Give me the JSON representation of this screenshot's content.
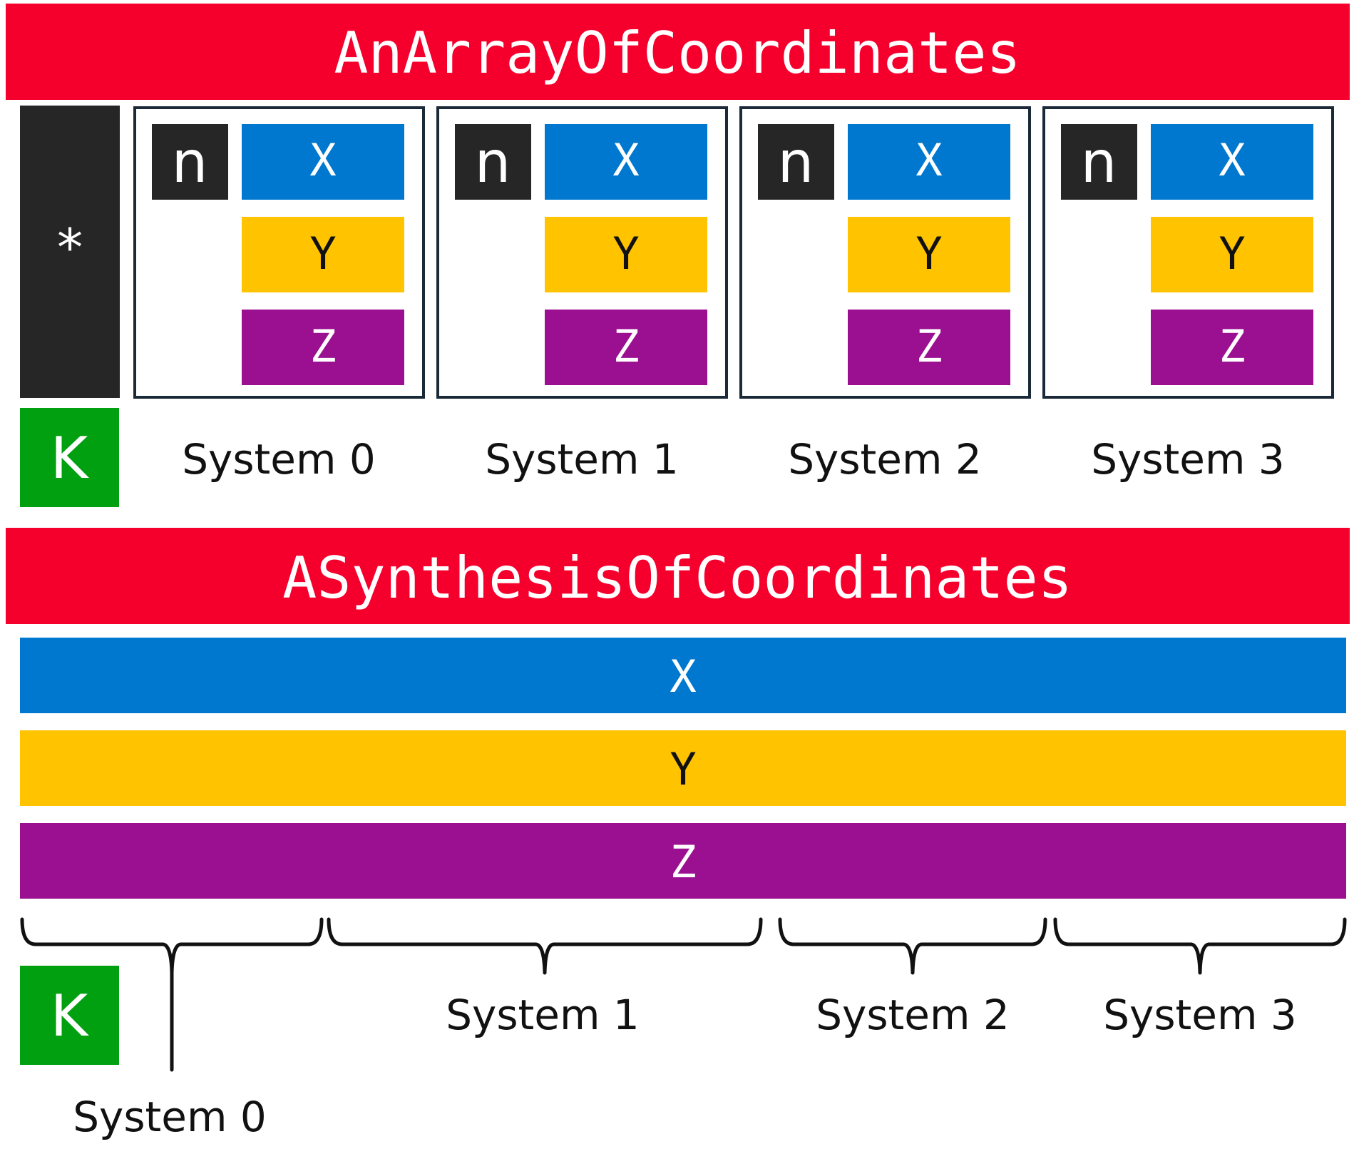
{
  "colors": {
    "header": "#F5002D",
    "x": "#0078D0",
    "y": "#FFC300",
    "z": "#9B1090",
    "dark": "#262626",
    "k": "#00A010",
    "frame": "#1B2A38",
    "header_text": "#FFFFFF",
    "light_text": "#FFFFFF",
    "dark_text": "#111111"
  },
  "array_section": {
    "title": "AnArrayOfCoordinates",
    "pointer_label": "*",
    "k_label": "K",
    "systems": [
      {
        "n_label": "n",
        "x_label": "X",
        "y_label": "Y",
        "z_label": "Z",
        "caption": "System 0"
      },
      {
        "n_label": "n",
        "x_label": "X",
        "y_label": "Y",
        "z_label": "Z",
        "caption": "System 1"
      },
      {
        "n_label": "n",
        "x_label": "X",
        "y_label": "Y",
        "z_label": "Z",
        "caption": "System 2"
      },
      {
        "n_label": "n",
        "x_label": "X",
        "y_label": "Y",
        "z_label": "Z",
        "caption": "System 3"
      }
    ]
  },
  "synthesis_section": {
    "title": "ASynthesisOfCoordinates",
    "x_label": "X",
    "y_label": "Y",
    "z_label": "Z",
    "k_label": "K",
    "system_captions": [
      "System 0",
      "System 1",
      "System 2",
      "System 3"
    ]
  }
}
